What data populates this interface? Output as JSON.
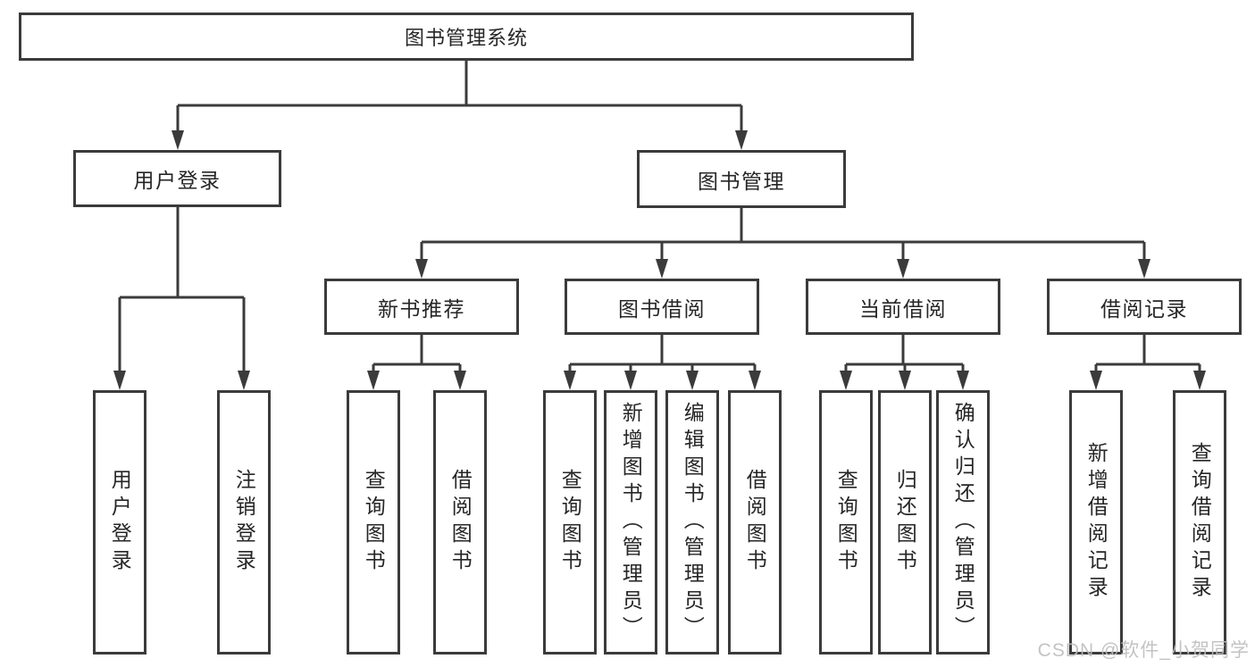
{
  "colors": {
    "line": "#3b3b3b",
    "text": "#262626",
    "box_background": "#ffffff",
    "watermark": "#bdbdbd"
  },
  "watermark": {
    "text": "CSDN @软件_小贺同学"
  },
  "tree": {
    "label": "图书管理系统",
    "children": [
      {
        "label": "用户登录",
        "children": [
          {
            "label": "用户登录"
          },
          {
            "label": "注销登录"
          }
        ]
      },
      {
        "label": "图书管理",
        "children": [
          {
            "label": "新书推荐",
            "children": [
              {
                "label": "查询图书"
              },
              {
                "label": "借阅图书"
              }
            ]
          },
          {
            "label": "图书借阅",
            "children": [
              {
                "label": "查询图书"
              },
              {
                "label": "新增图书（管理员）"
              },
              {
                "label": "编辑图书（管理员）"
              },
              {
                "label": "借阅图书"
              }
            ]
          },
          {
            "label": "当前借阅",
            "children": [
              {
                "label": "查询图书"
              },
              {
                "label": "归还图书"
              },
              {
                "label": "确认归还（管理员）"
              }
            ]
          },
          {
            "label": "借阅记录",
            "children": [
              {
                "label": "新增借阅记录"
              },
              {
                "label": "查询借阅记录"
              }
            ]
          }
        ]
      }
    ]
  }
}
